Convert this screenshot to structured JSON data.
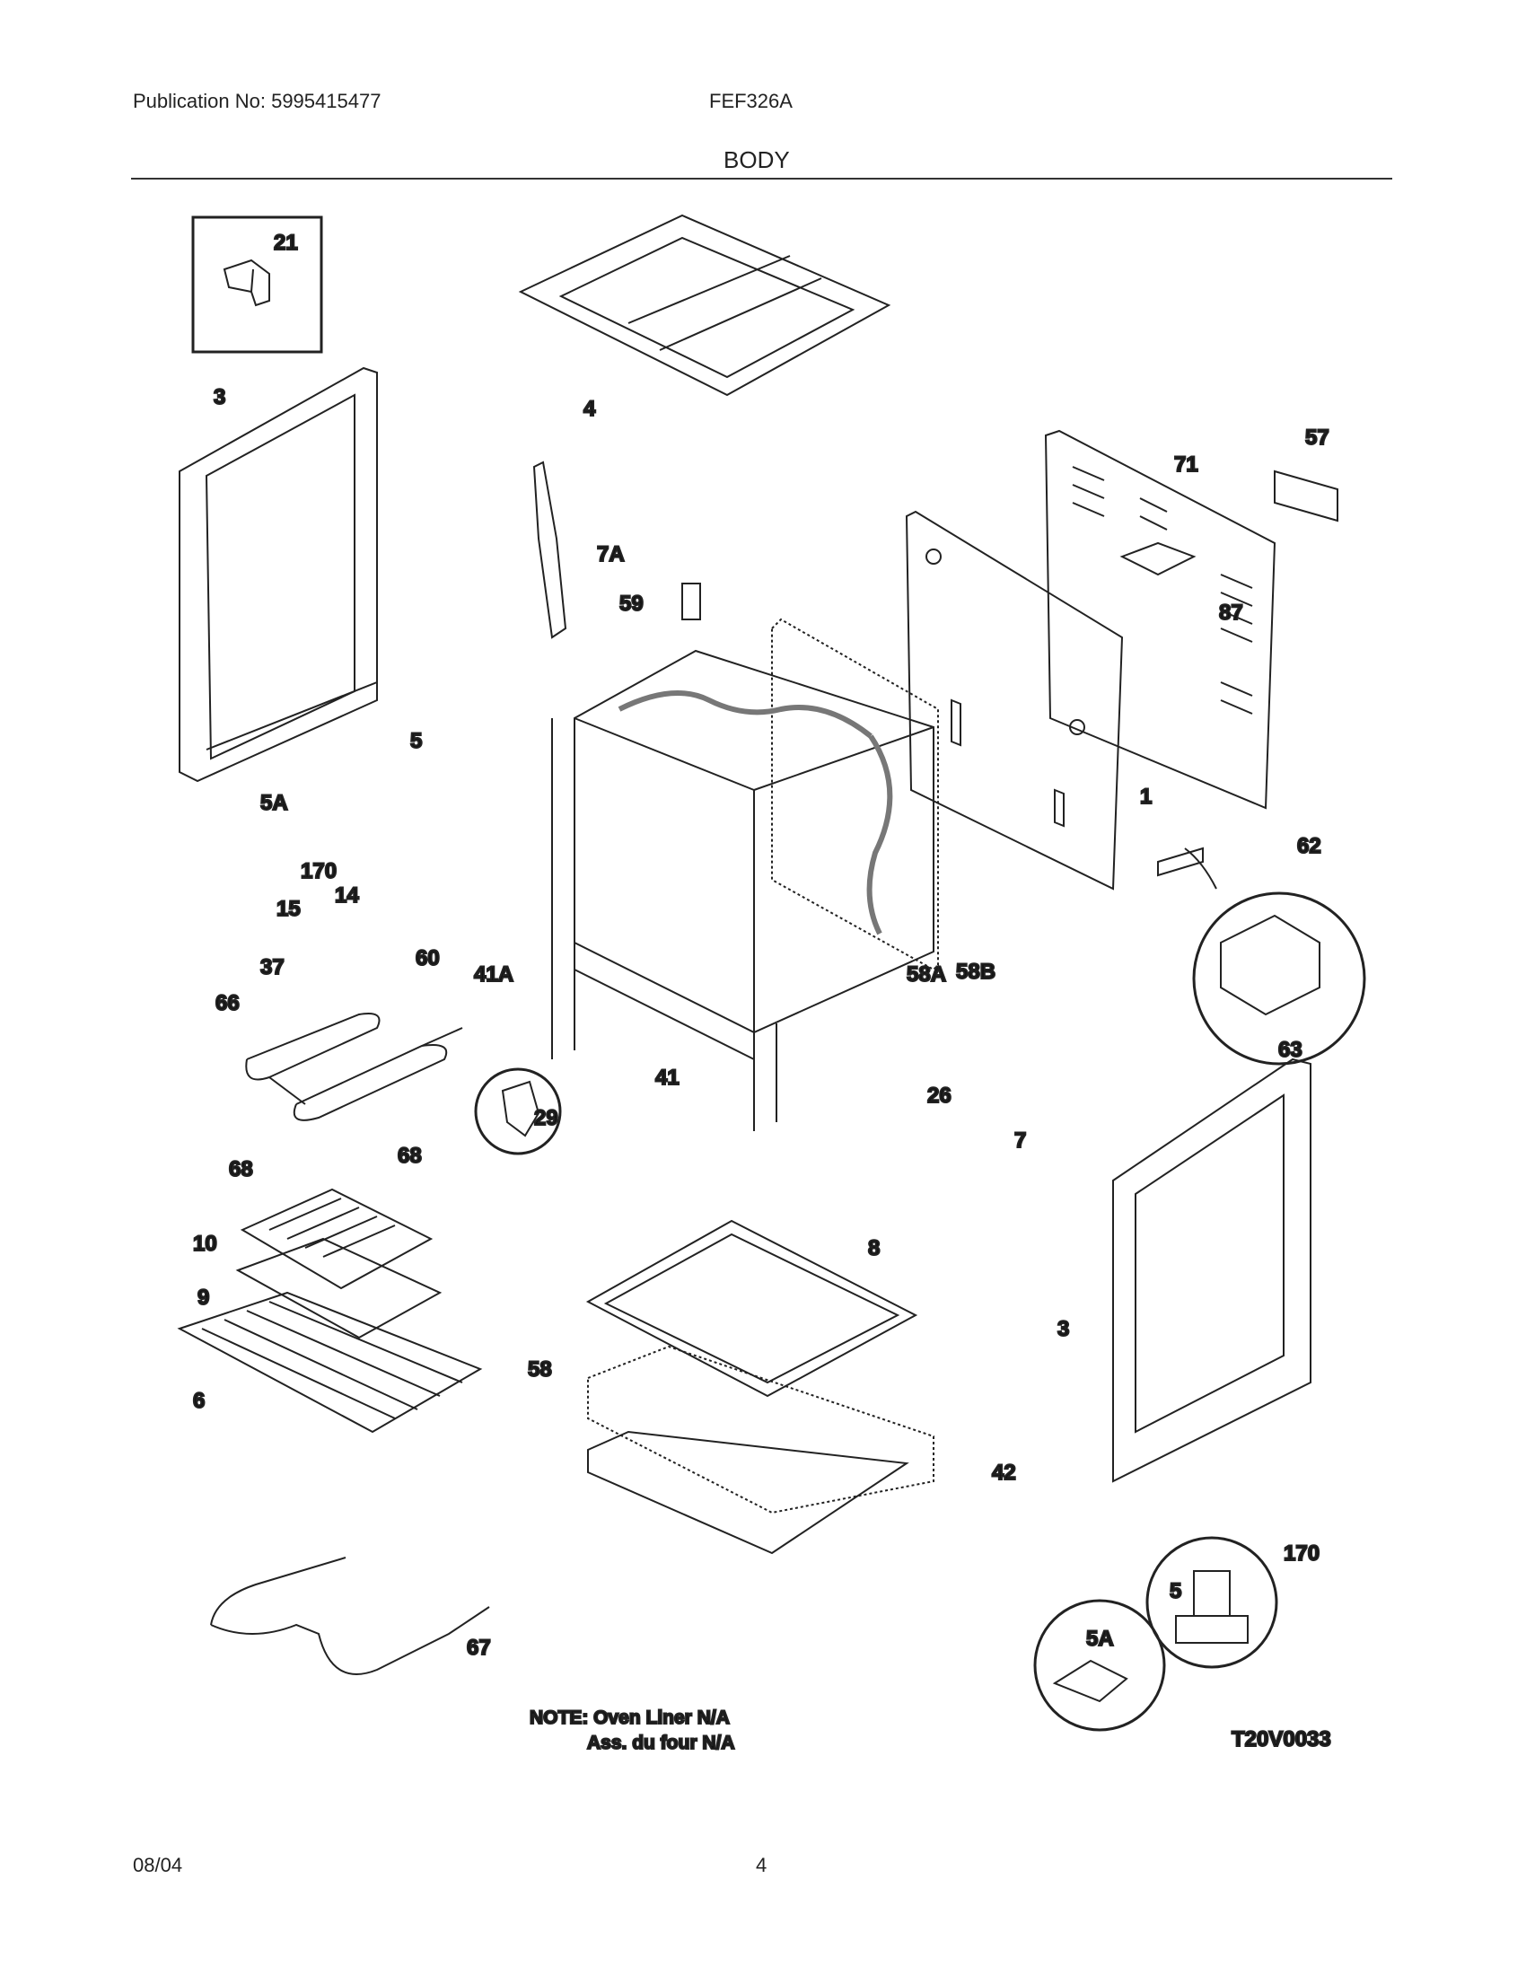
{
  "header": {
    "publication": "Publication No: 5995415477",
    "model": "FEF326A",
    "section": "BODY"
  },
  "diagram": {
    "callouts": {
      "c21": "21",
      "c3a": "3",
      "c4": "4",
      "c57": "57",
      "c71": "71",
      "c7a": "7A",
      "c59": "59",
      "c87": "87",
      "c5a": "5",
      "c5aa": "5A",
      "c170a": "170",
      "c15": "15",
      "c14": "14",
      "c60": "60",
      "c1": "1",
      "c62": "62",
      "c37": "37",
      "c41a": "41A",
      "c58a": "58A",
      "c58b": "58B",
      "c66": "66",
      "c63": "63",
      "c41": "41",
      "c29": "29",
      "c26": "26",
      "c7": "7",
      "c68a": "68",
      "c68b": "68",
      "c10": "10",
      "c8": "8",
      "c9": "9",
      "c3b": "3",
      "c6": "6",
      "c58": "58",
      "c42": "42",
      "c170b": "170",
      "c5b": "5",
      "c5ab": "5A",
      "c67": "67"
    },
    "note_line1": "NOTE: Oven Liner N/A",
    "note_line2": "Ass. du four N/A",
    "diagram_code": "T20V0033"
  },
  "footer": {
    "date": "08/04",
    "page": "4"
  }
}
